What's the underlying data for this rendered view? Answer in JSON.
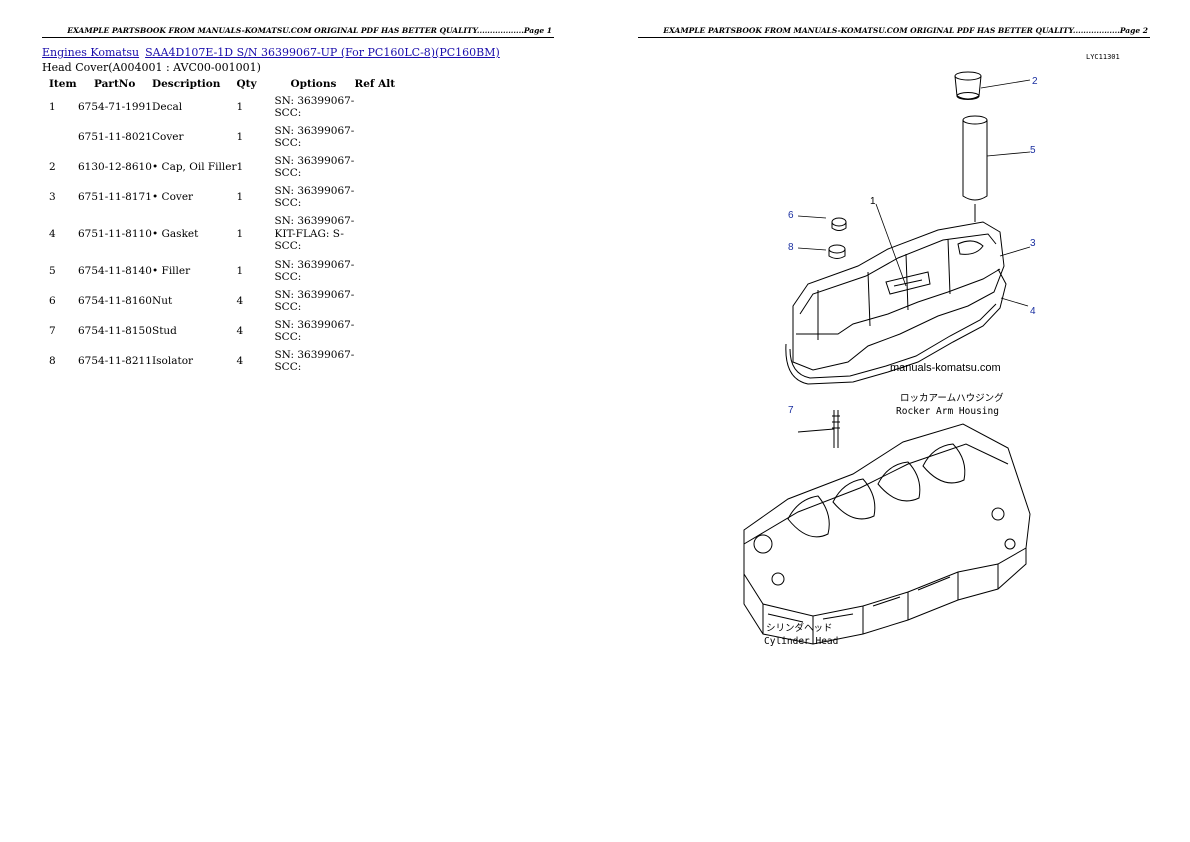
{
  "headers": {
    "left": "EXAMPLE PARTSBOOK FROM MANUALS-KOMATSU.COM ORIGINAL PDF HAS BETTER QUALITY..................Page 1",
    "right": "EXAMPLE PARTSBOOK FROM MANUALS-KOMATSU.COM ORIGINAL PDF HAS BETTER QUALITY..................Page 2"
  },
  "breadcrumb": {
    "link1": "Engines Komatsu",
    "link2": "SAA4D107E-1D S/N 36399067-UP (For PC160LC-8)(PC160BM)"
  },
  "subtitle": "Head Cover(A004001 : AVC00-001001)",
  "table": {
    "columns": [
      "Item",
      "PartNo",
      "Description",
      "Qty",
      "Options",
      "Ref Alt"
    ],
    "rows": [
      {
        "item": "1",
        "partno": "6754-71-1991",
        "desc": "Decal",
        "qty": "1",
        "opt": "SN: 36399067-SCC:"
      },
      {
        "item": "",
        "partno": "6751-11-8021",
        "desc": "Cover",
        "qty": "1",
        "opt": "SN: 36399067-SCC:"
      },
      {
        "item": "2",
        "partno": "6130-12-8610",
        "desc": "• Cap, Oil Filler",
        "qty": "1",
        "opt": "SN: 36399067-SCC:"
      },
      {
        "item": "3",
        "partno": "6751-11-8171",
        "desc": "• Cover",
        "qty": "1",
        "opt": "SN: 36399067-SCC:"
      },
      {
        "item": "4",
        "partno": "6751-11-8110",
        "desc": "• Gasket",
        "qty": "1",
        "opt": "SN: 36399067-KIT-FLAG: S-SCC:"
      },
      {
        "item": "5",
        "partno": "6754-11-8140",
        "desc": "• Filler",
        "qty": "1",
        "opt": "SN: 36399067-SCC:"
      },
      {
        "item": "6",
        "partno": "6754-11-8160",
        "desc": "Nut",
        "qty": "4",
        "opt": "SN: 36399067-SCC:"
      },
      {
        "item": "7",
        "partno": "6754-11-8150",
        "desc": "Stud",
        "qty": "4",
        "opt": "SN: 36399067-SCC:"
      },
      {
        "item": "8",
        "partno": "6754-11-8211",
        "desc": "Isolator",
        "qty": "4",
        "opt": "SN: 36399067-SCC:"
      }
    ]
  },
  "diagram": {
    "code": "LYC11301",
    "watermark": "manuals-komatsu.com",
    "callouts": [
      "1",
      "2",
      "3",
      "4",
      "5",
      "6",
      "7",
      "8"
    ],
    "caption_rocker_jp": "ロッカアームハウジング",
    "caption_rocker_en": "Rocker Arm Housing",
    "caption_cyl_jp": "シリンダヘッド",
    "caption_cyl_en": "Cylinder Head"
  },
  "colors": {
    "link": "#1a0dab",
    "callout": "#1a2fa0"
  }
}
